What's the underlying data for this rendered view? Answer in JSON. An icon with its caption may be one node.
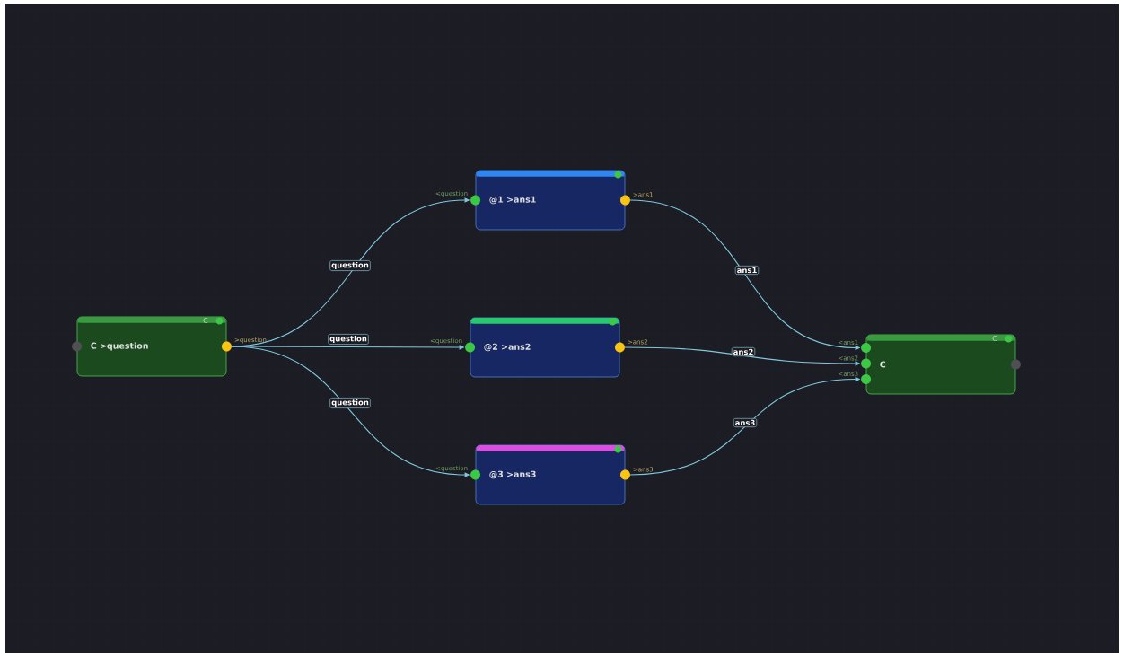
{
  "diagram": {
    "nodes": [
      {
        "text": [
          "C >question",
          "C"
        ],
        "beside": [
          ">question"
        ]
      },
      {
        "text": [
          "@1 >ans1"
        ],
        "beside": [
          "<question",
          ">ans1"
        ]
      },
      {
        "text": [
          "@2 >ans2"
        ],
        "beside": [
          "<question",
          ">ans2"
        ]
      },
      {
        "text": [
          "@3 >ans3"
        ],
        "beside": [
          "<question",
          ">ans3"
        ]
      },
      {
        "text": [
          "C",
          "C"
        ],
        "beside": [
          "<ans1",
          "<ans2",
          "<ans3"
        ]
      }
    ],
    "edges": [
      {
        "from": 0,
        "to": 1,
        "arrow": "to",
        "label": "question"
      },
      {
        "from": 0,
        "to": 2,
        "arrow": "to",
        "label": "question"
      },
      {
        "from": 0,
        "to": 3,
        "arrow": "to",
        "label": "question"
      },
      {
        "from": 1,
        "to": 4,
        "arrow": "to",
        "label": "ans1"
      },
      {
        "from": 2,
        "to": 4,
        "arrow": "to",
        "label": "ans2"
      },
      {
        "from": 3,
        "to": 4,
        "arrow": "to",
        "label": "ans3"
      }
    ]
  }
}
